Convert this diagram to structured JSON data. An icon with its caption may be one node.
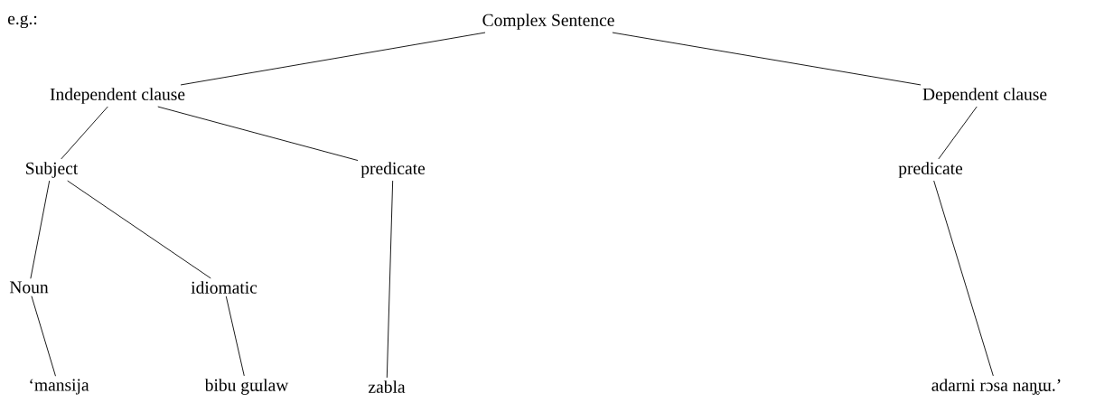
{
  "diagram": {
    "nodes": [
      {
        "text": [
          "Complex Sentence"
        ]
      },
      {
        "text": [
          "Independent clause"
        ]
      },
      {
        "text": [
          "Dependent clause"
        ]
      },
      {
        "text": [
          "Subject"
        ]
      },
      {
        "text": [
          "predicate"
        ]
      },
      {
        "text": [
          "predicate"
        ]
      },
      {
        "text": [
          "Noun"
        ]
      },
      {
        "text": [
          "idiomatic"
        ]
      },
      {
        "text": [
          "‘mansija"
        ]
      },
      {
        "text": [
          "bibu gɯlaw"
        ]
      },
      {
        "text": [
          "zabla"
        ]
      },
      {
        "text": [
          "adarni rɔsa naŋ̥ɯ.’"
        ]
      }
    ],
    "edges": [
      {
        "from": 0,
        "to": 1,
        "arrow": "none"
      },
      {
        "from": 0,
        "to": 2,
        "arrow": "none"
      },
      {
        "from": 1,
        "to": 3,
        "arrow": "none"
      },
      {
        "from": 1,
        "to": 4,
        "arrow": "none"
      },
      {
        "from": 2,
        "to": 5,
        "arrow": "none"
      },
      {
        "from": 3,
        "to": 6,
        "arrow": "none"
      },
      {
        "from": 3,
        "to": 7,
        "arrow": "none"
      },
      {
        "from": 4,
        "to": 10,
        "arrow": "none"
      },
      {
        "from": 5,
        "to": 11,
        "arrow": "none"
      },
      {
        "from": 6,
        "to": 8,
        "arrow": "none"
      },
      {
        "from": 7,
        "to": 9,
        "arrow": "none"
      }
    ],
    "labels": [
      "e.g.:"
    ]
  }
}
